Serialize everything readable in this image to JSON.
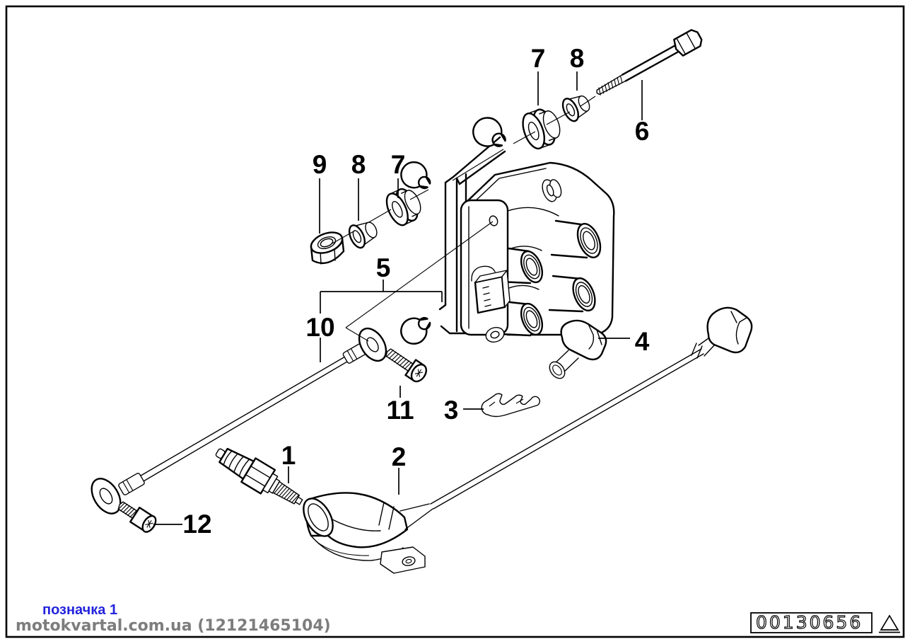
{
  "diagram": {
    "callouts": [
      {
        "label": "7"
      },
      {
        "label": "8"
      },
      {
        "label": "6"
      },
      {
        "label": "9"
      },
      {
        "label": "8"
      },
      {
        "label": "7"
      },
      {
        "label": "5"
      },
      {
        "label": "10"
      },
      {
        "label": "11"
      },
      {
        "label": "3"
      },
      {
        "label": "4"
      },
      {
        "label": "1"
      },
      {
        "label": "2"
      },
      {
        "label": "12"
      }
    ]
  },
  "footer": {
    "note": "позначка 1",
    "watermark": "motokvartal.com.ua (12121465104)"
  },
  "stamp": {
    "number": "00130656"
  },
  "colors": {
    "line": "#000000",
    "note_blue": "#2323dd",
    "watermark_gray": "#7d7d7d",
    "background": "#ffffff"
  }
}
